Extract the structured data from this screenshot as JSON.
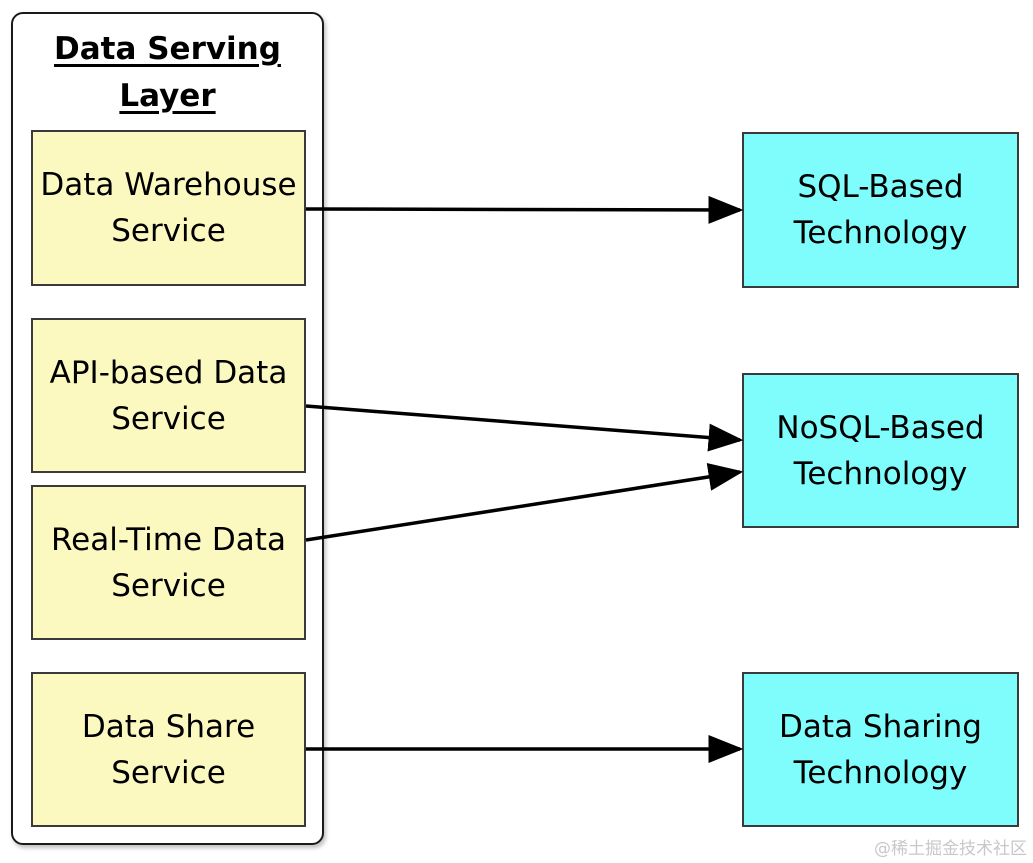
{
  "layer": {
    "title": "Data Serving Layer"
  },
  "services": [
    {
      "id": "dw",
      "label": "Data Warehouse Service"
    },
    {
      "id": "api",
      "label": "API-based Data Service"
    },
    {
      "id": "rt",
      "label": "Real-Time Data Service"
    },
    {
      "id": "share",
      "label": "Data Share Service"
    }
  ],
  "technologies": [
    {
      "id": "sql",
      "label": "SQL-Based Technology"
    },
    {
      "id": "nosql",
      "label": "NoSQL-Based Technology"
    },
    {
      "id": "sharing",
      "label": "Data Sharing Technology"
    }
  ],
  "connections": [
    {
      "from": "dw",
      "to": "sql"
    },
    {
      "from": "api",
      "to": "nosql"
    },
    {
      "from": "rt",
      "to": "nosql"
    },
    {
      "from": "share",
      "to": "sharing"
    }
  ],
  "colors": {
    "service_fill": "#fbf9c0",
    "technology_fill": "#7ffdfd",
    "stroke": "#000000"
  },
  "watermark": "@稀土掘金技术社区"
}
